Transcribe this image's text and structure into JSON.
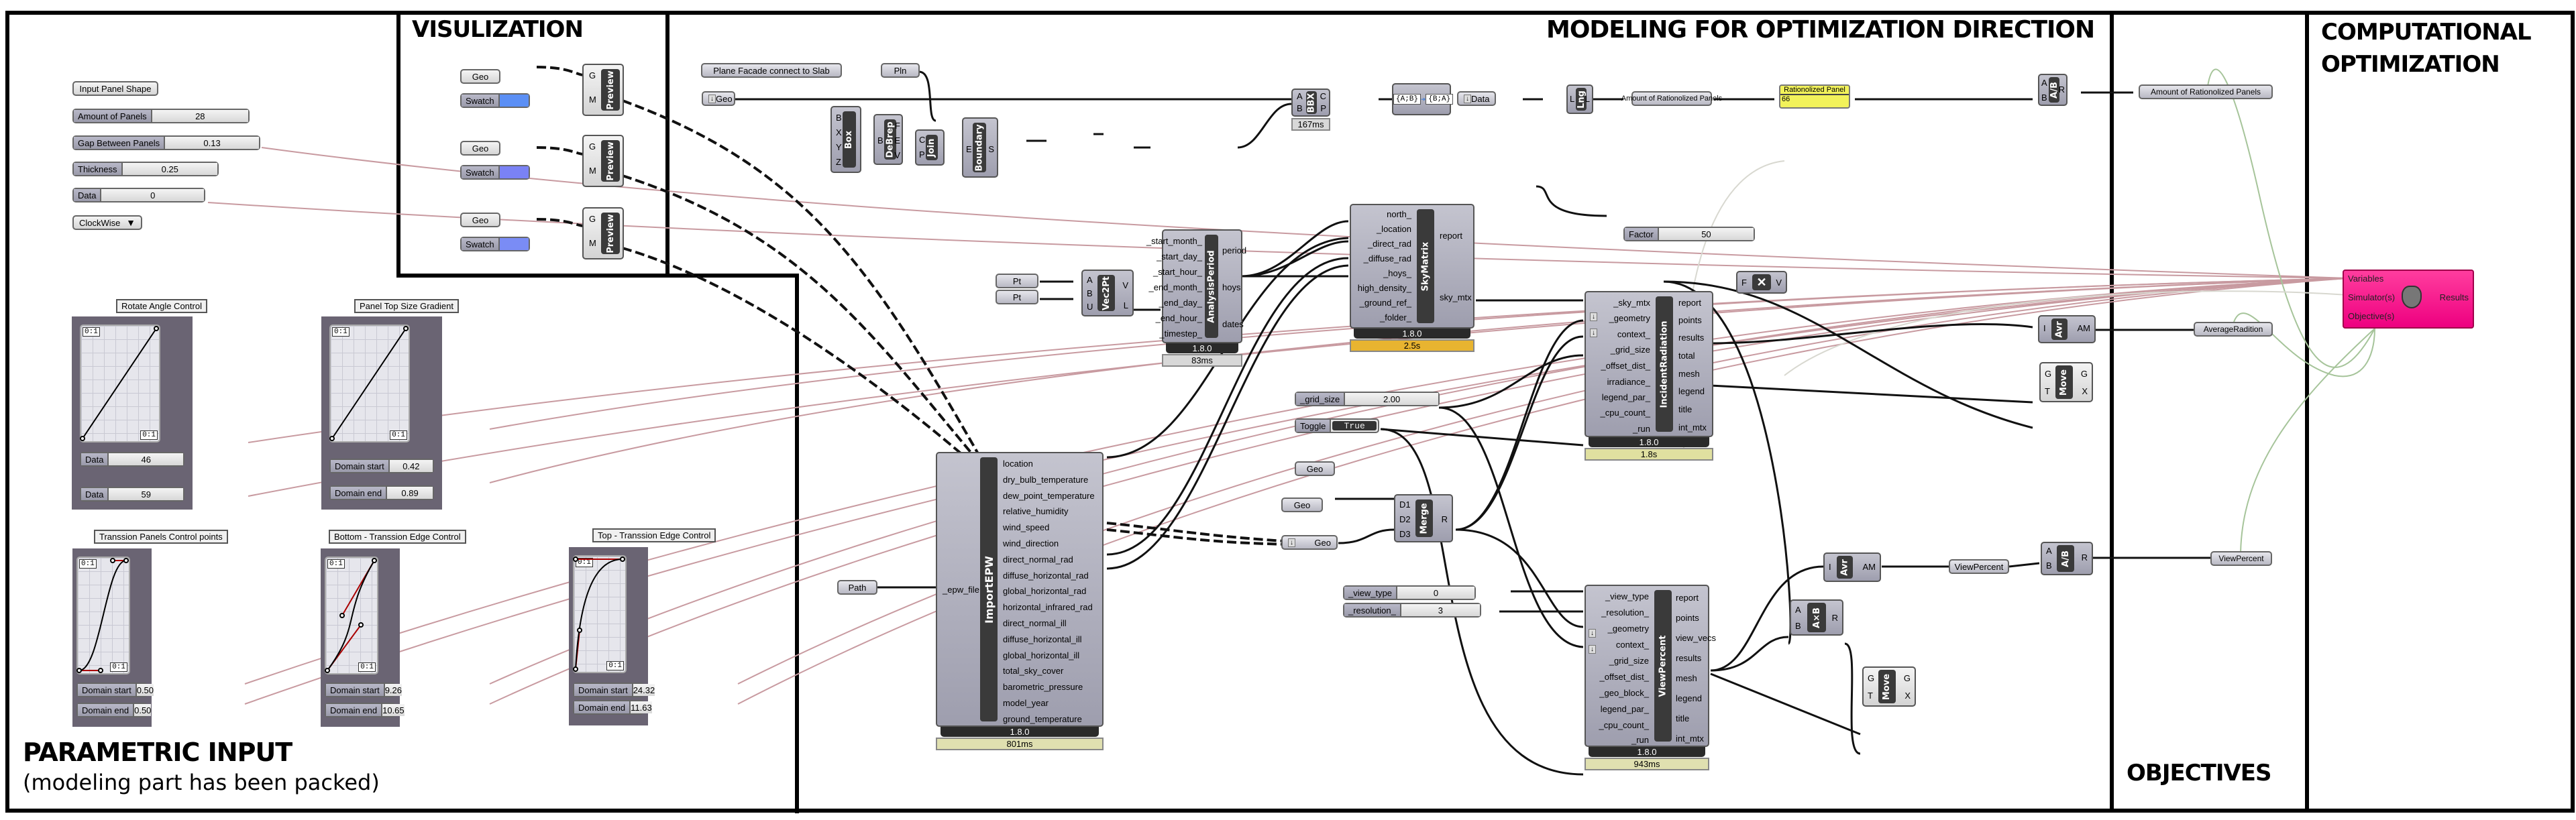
{
  "sections": {
    "parametric_input": {
      "title": "PARAMETRIC INPUT",
      "subtitle": "(modeling part has been packed)"
    },
    "visualization": {
      "title": "VISULIZATION"
    },
    "modeling": {
      "title": "MODELING FOR OPTIMIZATION DIRECTION"
    },
    "objectives": {
      "title": "OBJECTIVES"
    },
    "computational": {
      "title_line1": "COMPUTATIONAL",
      "title_line2": "OPTIMIZATION"
    }
  },
  "inputs": {
    "input_panel_shape": "Input Panel Shape",
    "amount_of_panels": {
      "label": "Amount of Panels",
      "value": "28"
    },
    "gap_between_panels": {
      "label": "Gap Between Panels",
      "value": "0.13"
    },
    "thickness": {
      "label": "Thickness",
      "value": "0.25"
    },
    "data": {
      "label": "Data",
      "value": "0"
    },
    "clockwise": {
      "label": "ClockWise"
    }
  },
  "graph_mappers": [
    {
      "title": "Rotate Angle Control",
      "tag": "0:1",
      "sliders": [
        {
          "label": "Data",
          "value": "46"
        },
        {
          "label": "Data",
          "value": "59"
        }
      ]
    },
    {
      "title": "Panel Top Size Gradient",
      "tag": "0:1",
      "sliders": [
        {
          "label": "Domain start",
          "value": "0.42"
        },
        {
          "label": "Domain end",
          "value": "0.89"
        }
      ]
    },
    {
      "title": "Transsion Panels Control points",
      "tag": "0:1",
      "sliders": [
        {
          "label": "Domain start",
          "value": "0.50"
        },
        {
          "label": "Domain end",
          "value": "0.50"
        }
      ]
    },
    {
      "title": "Bottom - Transsion Edge Control",
      "tag": "0:1",
      "sliders": [
        {
          "label": "Domain start",
          "value": "9.26"
        },
        {
          "label": "Domain end",
          "value": "10.65"
        }
      ]
    },
    {
      "title": "Top - Transsion Edge Control",
      "tag": "0:1",
      "sliders": [
        {
          "label": "Domain start",
          "value": "24.32"
        },
        {
          "label": "Domain end",
          "value": "11.63"
        }
      ]
    }
  ],
  "visualization": {
    "geo": "Geo",
    "swatch": "Swatch",
    "preview": "Preview",
    "pin_g": "G",
    "pin_m": "M",
    "swatch_colors": [
      "#5b8ff5",
      "#7a82f5",
      "#7a8cf5"
    ]
  },
  "modeling": {
    "plane_param": "Plane Facade connect to Slab",
    "pln": "Pln",
    "geo": "Geo",
    "box": {
      "name": "Box",
      "inputs": [
        "B",
        "X",
        "Y",
        "Z"
      ],
      "outputs": [
        "B"
      ]
    },
    "debrep": {
      "name": "DeBrep",
      "inputs": [
        "B"
      ],
      "outputs": [
        "F",
        "E",
        "V"
      ]
    },
    "join": {
      "name": "Join",
      "inputs": [
        "C",
        "P"
      ],
      "outputs": [
        "C"
      ]
    },
    "boundary": {
      "name": "Boundary",
      "inputs": [
        "E"
      ],
      "outputs": [
        "S"
      ]
    },
    "bbx": {
      "name": "BBX",
      "inputs": [
        "A",
        "B"
      ],
      "outputs": [
        "C",
        "P"
      ],
      "time": "167ms"
    },
    "flip": {
      "left": "{A;B}",
      "right": "{B;A}"
    },
    "data": "Data",
    "lng": {
      "name": "Lng",
      "inputs": [
        "L"
      ],
      "outputs": [
        "L"
      ]
    },
    "amount_rationalized": "Amount of Rationolized Panels",
    "rationalized_panel": {
      "title": "Rationolized Panel",
      "value": "66"
    },
    "div1": {
      "name": "A/B",
      "inputs": [
        "A",
        "B"
      ],
      "outputs": [
        "R"
      ]
    },
    "pt1": "Pt",
    "pt2": "Pt",
    "vec2pt": {
      "name": "Vec2Pt",
      "inputs": [
        "A",
        "B",
        "U"
      ],
      "outputs": [
        "V",
        "L"
      ]
    },
    "analysis_period": {
      "name": "AnalysisPeriod",
      "inputs": [
        "_start_month_",
        "_start_day_",
        "_start_hour_",
        "_end_month_",
        "_end_day_",
        "_end_hour_",
        "_timestep_"
      ],
      "outputs": [
        "period",
        "hoys",
        "dates"
      ],
      "version": "1.8.0",
      "time": "83ms"
    },
    "sky_matrix": {
      "name": "SkyMatrix",
      "inputs": [
        "north_",
        "_location",
        "_direct_rad",
        "_diffuse_rad",
        "_hoys_",
        "high_density_",
        "_ground_ref_",
        "_folder_"
      ],
      "outputs": [
        "report",
        "sky_mtx"
      ],
      "version": "1.8.0",
      "time": "2.5s"
    },
    "path": "Path",
    "import_epw": {
      "name": "ImportEPW",
      "inputs": [
        "_epw_file"
      ],
      "outputs": [
        "location",
        "dry_bulb_temperature",
        "dew_point_temperature",
        "relative_humidity",
        "wind_speed",
        "wind_direction",
        "direct_normal_rad",
        "diffuse_horizontal_rad",
        "global_horizontal_rad",
        "horizontal_infrared_rad",
        "direct_normal_ill",
        "diffuse_horizontal_ill",
        "global_horizontal_ill",
        "total_sky_cover",
        "barometric_pressure",
        "model_year",
        "ground_temperature"
      ],
      "version": "1.8.0",
      "time": "801ms"
    },
    "grid_size": {
      "label": "_grid_size",
      "value": "2.00"
    },
    "toggle": {
      "label": "Toggle",
      "value": "True"
    },
    "geo_a": "Geo",
    "geo_b": "Geo",
    "geo_c": "Geo",
    "merge": {
      "name": "Merge",
      "inputs": [
        "D1",
        "D2",
        "D3"
      ],
      "outputs": [
        "R"
      ]
    },
    "factor": {
      "label": "Factor",
      "value": "50"
    },
    "negate": {
      "inputs": [
        "F"
      ],
      "outputs": [
        "V"
      ]
    },
    "incident_radiation": {
      "name": "IncidentRadiation",
      "inputs": [
        "_sky_mtx",
        "_geometry",
        "context_",
        "_grid_size",
        "_offset_dist_",
        "irradiance_",
        "legend_par_",
        "_cpu_count_",
        "_run"
      ],
      "outputs": [
        "report",
        "points",
        "results",
        "total",
        "mesh",
        "legend",
        "title",
        "int_mtx"
      ],
      "version": "1.8.0",
      "time": "1.8s"
    },
    "avr1": {
      "name": "Avr",
      "inputs": [
        "I"
      ],
      "outputs": [
        "AM"
      ]
    },
    "move1": {
      "name": "Move",
      "inputs": [
        "G",
        "T"
      ],
      "outputs": [
        "G",
        "X"
      ]
    },
    "view_type": {
      "label": "_view_type",
      "value": "0"
    },
    "resolution": {
      "label": "_resolution_",
      "value": "3"
    },
    "view_percent": {
      "name": "ViewPercent",
      "inputs": [
        "_view_type",
        "_resolution_",
        "_geometry",
        "context_",
        "_grid_size",
        "_offset_dist_",
        "_geo_block_",
        "legend_par_",
        "_cpu_count_",
        "_run"
      ],
      "outputs": [
        "report",
        "points",
        "view_vecs",
        "results",
        "mesh",
        "legend",
        "title",
        "int_mtx"
      ],
      "version": "1.8.0",
      "time": "943ms"
    },
    "avr2": {
      "name": "Avr",
      "inputs": [
        "I"
      ],
      "outputs": [
        "AM"
      ]
    },
    "axb": {
      "name": "A×B",
      "inputs": [
        "A",
        "B"
      ],
      "outputs": [
        "R"
      ]
    },
    "view_percent_param": "ViewPercent",
    "div2": {
      "name": "A/B",
      "inputs": [
        "A",
        "B"
      ],
      "outputs": [
        "R"
      ]
    },
    "move2": {
      "name": "Move",
      "inputs": [
        "G",
        "T"
      ],
      "outputs": [
        "G",
        "X"
      ]
    }
  },
  "objectives": {
    "amount_rationalized": "Amount of Rationolized Panels",
    "average_radiation": "AverageRadition",
    "view_percent": "ViewPercent"
  },
  "galapagos": {
    "inputs": [
      "Variables",
      "Simulator(s)",
      "Objective(s)"
    ],
    "outputs": [
      "Results"
    ],
    "icon": "possum-icon",
    "color": "#f5138a"
  }
}
